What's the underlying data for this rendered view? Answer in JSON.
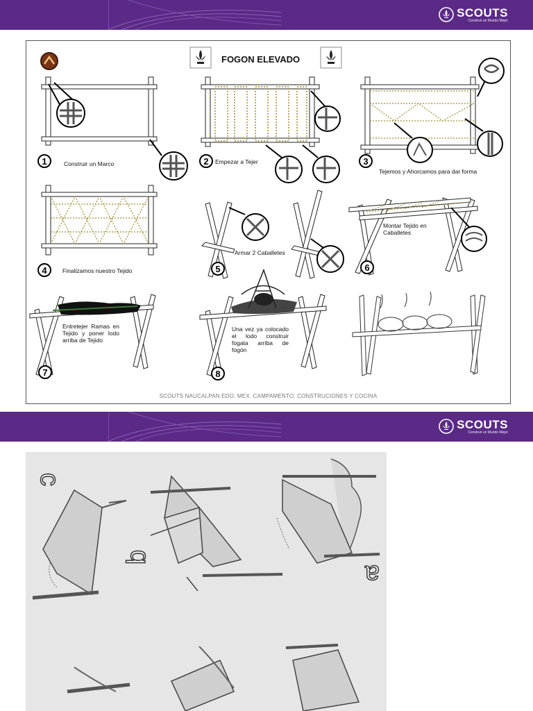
{
  "brand": {
    "name": "SCOUTS",
    "tagline": "Construir un Mundo Mejor",
    "purple": "#5b2a86"
  },
  "slide": {
    "title": "FOGON ELEVADO",
    "footer": "SCOUTS NAUCALPAN EDO. MEX. CAMPAMENTO, CONSTRUCIONES Y COCINA",
    "steps": [
      {
        "number": "1",
        "caption": "Construir un Marco"
      },
      {
        "number": "2",
        "caption": "Empezar a Tejer"
      },
      {
        "number": "3",
        "caption": "Tejemos y Ahorcamos para dar forma"
      },
      {
        "number": "4",
        "caption": "Finalizamos nuestro Tejido"
      },
      {
        "number": "5",
        "caption": "Armar 2 Caballetes"
      },
      {
        "number": "6",
        "caption": "Montar Tejido en Caballetes"
      },
      {
        "number": "7",
        "caption": "Entretejer Ramas en Tejido y poner lodo arriba de Tejido"
      },
      {
        "number": "8",
        "caption": "Una vez ya colocado el lodo construir fogata arriba de fogón"
      }
    ]
  },
  "page2": {
    "letters": [
      "c",
      "b",
      "a",
      "f"
    ]
  }
}
